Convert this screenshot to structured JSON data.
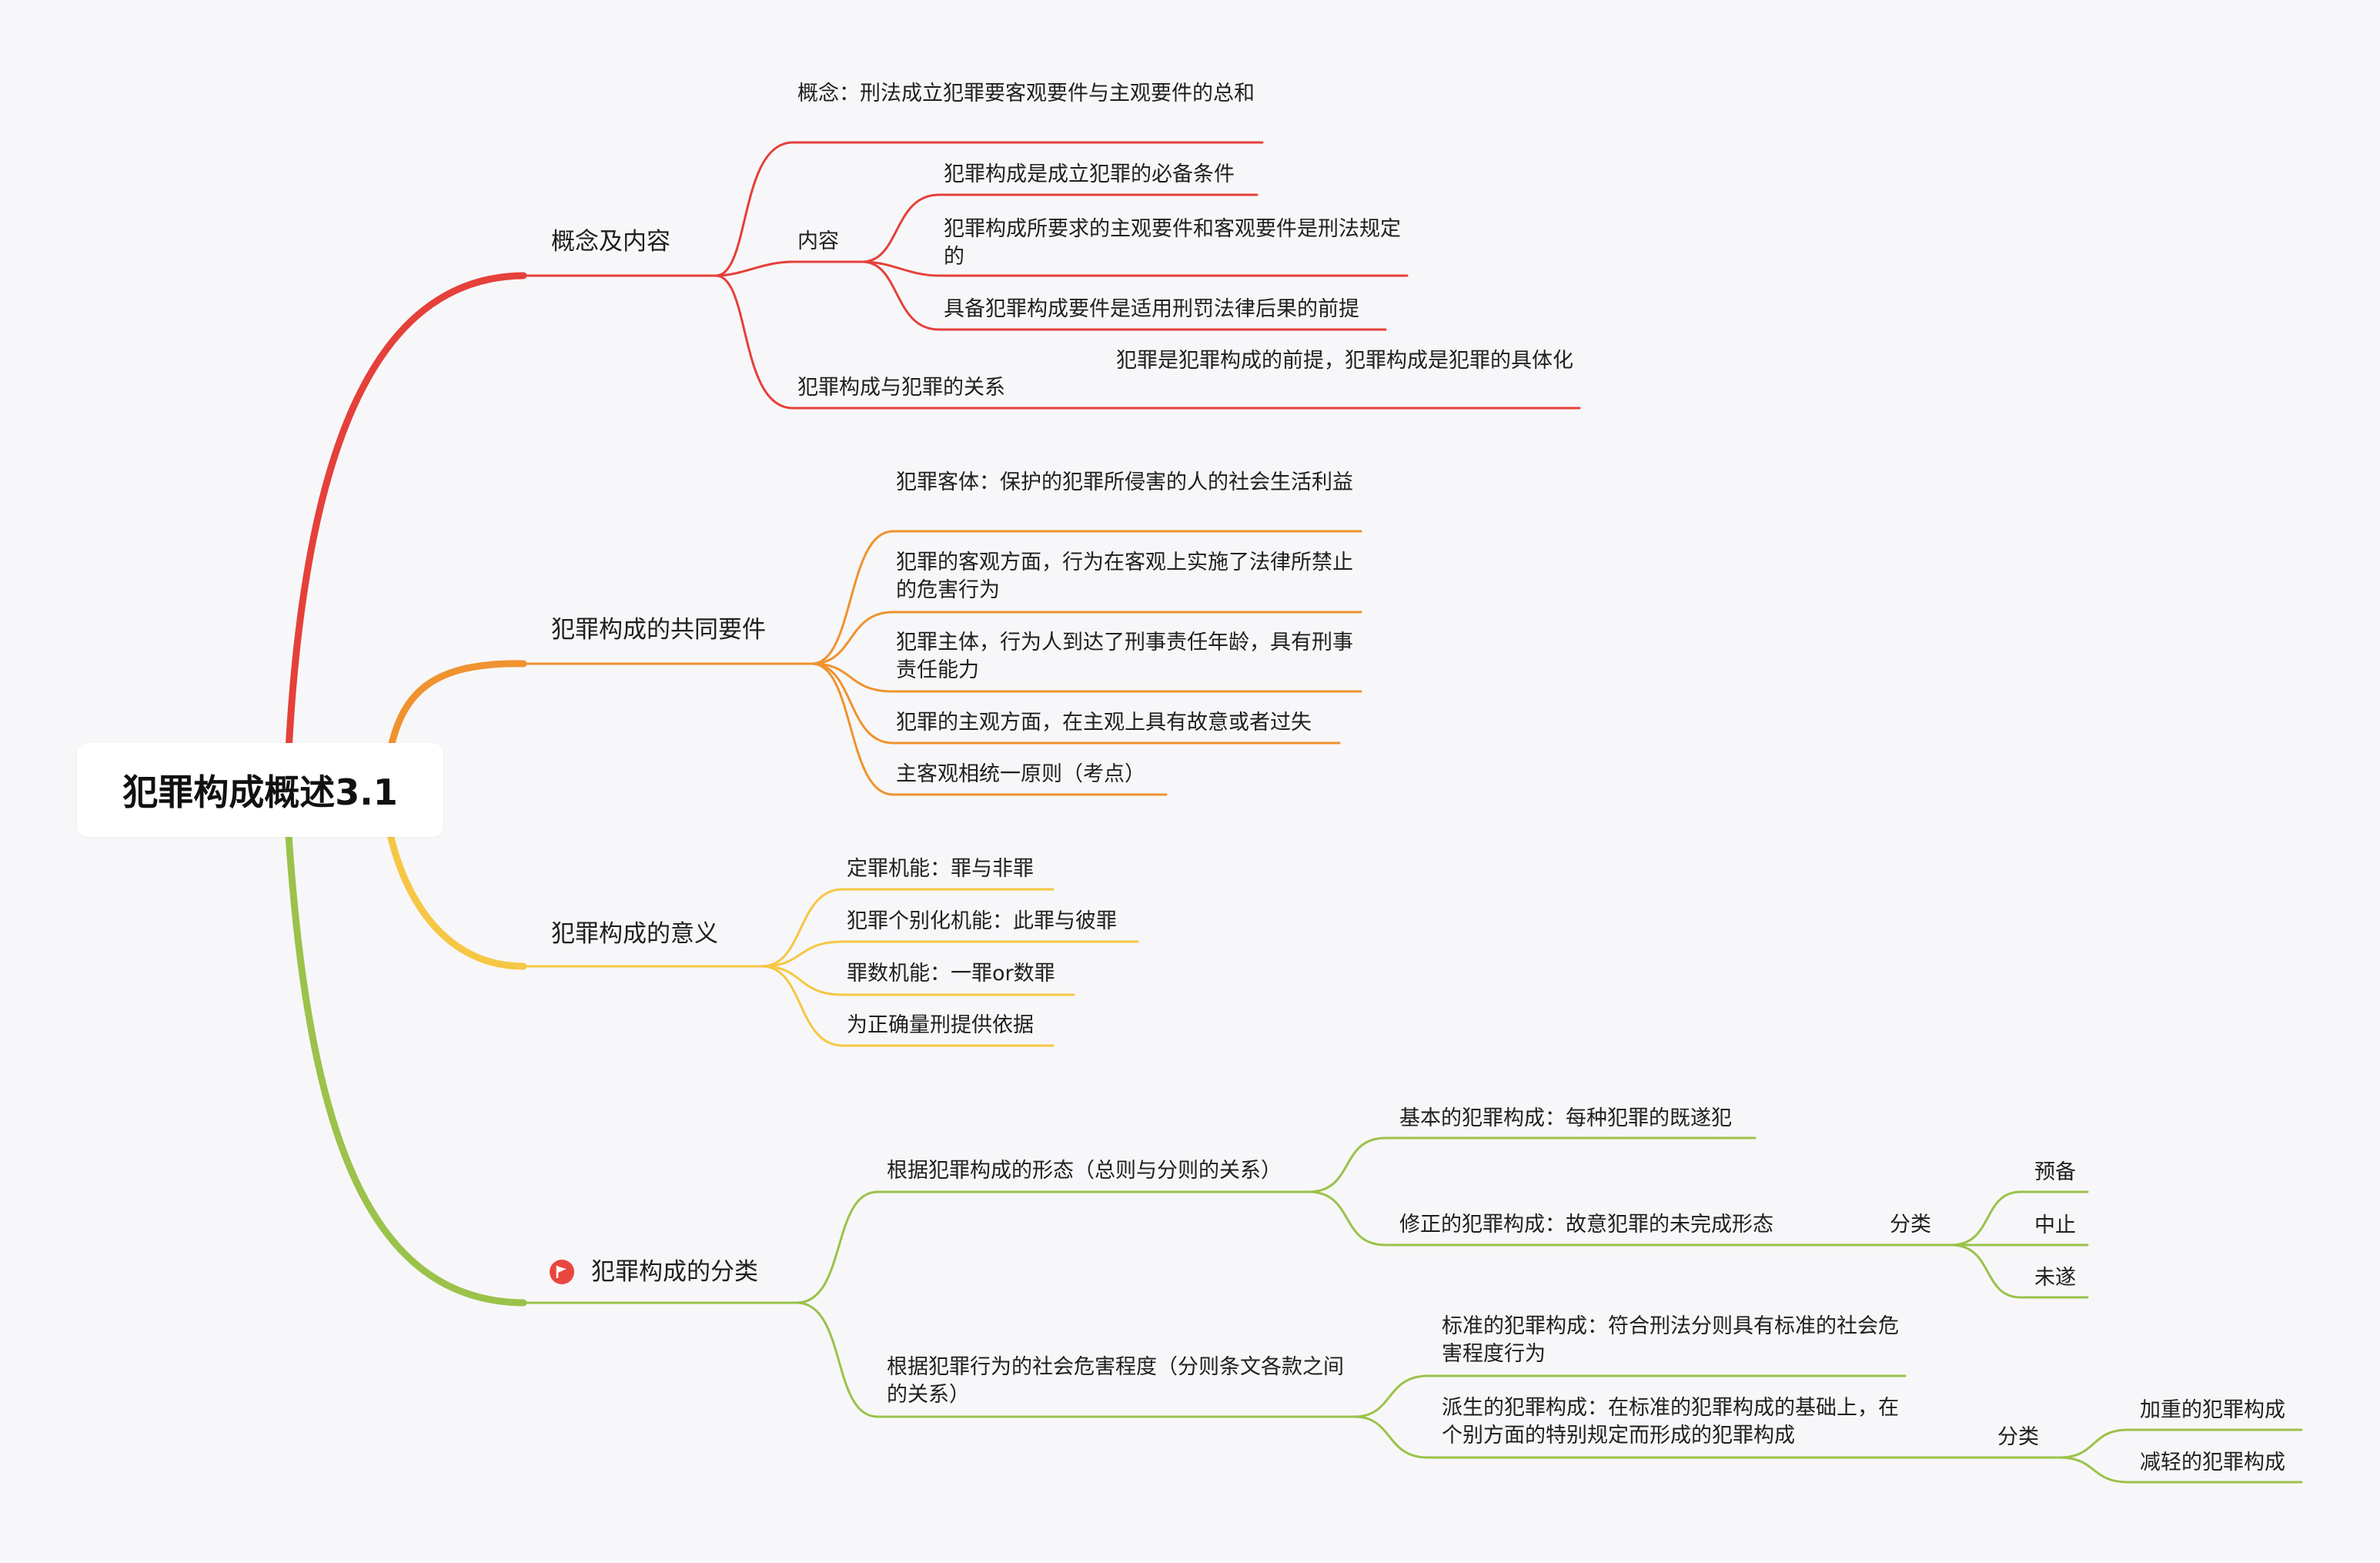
{
  "root": {
    "title": "犯罪构成概述3.1"
  },
  "colors": {
    "red": "#e5403a",
    "orange": "#f0922f",
    "yellow": "#f6c744",
    "green": "#9bc24a",
    "flag": "#e8463f"
  },
  "b1": {
    "label": "概念及内容",
    "concept": "概念：刑法成立犯罪要客观要件与主观要件的总和",
    "content": {
      "label": "内容",
      "items": [
        "犯罪构成是成立犯罪的必备条件",
        "犯罪构成所要求的主观要件和客观要件是刑法规定的",
        "具备犯罪构成要件是适用刑罚法律后果的前提"
      ]
    },
    "relation": {
      "label": "犯罪构成与犯罪的关系",
      "child": "犯罪是犯罪构成的前提，犯罪构成是犯罪的具体化"
    }
  },
  "b2": {
    "label": "犯罪构成的共同要件",
    "items": [
      "犯罪客体：保护的犯罪所侵害的人的社会生活利益",
      "犯罪的客观方面，行为在客观上实施了法律所禁止的危害行为",
      "犯罪主体，行为人到达了刑事责任年龄，具有刑事责任能力",
      "犯罪的主观方面，在主观上具有故意或者过失",
      "主客观相统一原则（考点）"
    ]
  },
  "b3": {
    "label": "犯罪构成的意义",
    "items": [
      "定罪机能：罪与非罪",
      "犯罪个别化机能：此罪与彼罪",
      "罪数机能：一罪or数罪",
      "为正确量刑提供依据"
    ]
  },
  "b4": {
    "label": "犯罪构成的分类",
    "icon": "flag-icon",
    "form": {
      "label": "根据犯罪构成的形态（总则与分则的关系）",
      "basic": "基本的犯罪构成：每种犯罪的既遂犯",
      "modified": {
        "label": "修正的犯罪构成：故意犯罪的未完成形态",
        "classify": "分类",
        "items": [
          "预备",
          "中止",
          "未遂"
        ]
      }
    },
    "harm": {
      "label": "根据犯罪行为的社会危害程度（分则条文各款之间的关系）",
      "standard": "标准的犯罪构成：符合刑法分则具有标准的社会危害程度行为",
      "derived": {
        "label": "派生的犯罪构成：在标准的犯罪构成的基础上，在个别方面的特别规定而形成的犯罪构成",
        "classify": "分类",
        "items": [
          "加重的犯罪构成",
          "减轻的犯罪构成"
        ]
      }
    }
  }
}
